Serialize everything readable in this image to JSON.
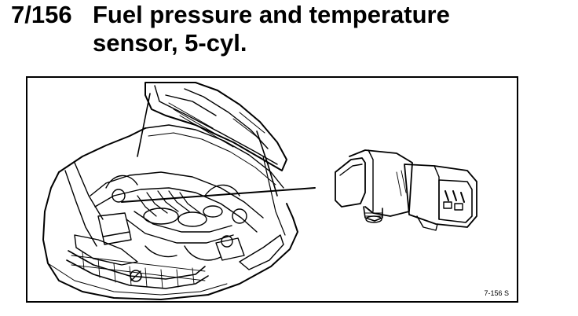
{
  "heading": {
    "ref_number": "7/156",
    "title_line_1": "Fuel pressure and temperature",
    "title_line_2": "sensor, 5-cyl."
  },
  "figure": {
    "code": "7-156  S"
  }
}
